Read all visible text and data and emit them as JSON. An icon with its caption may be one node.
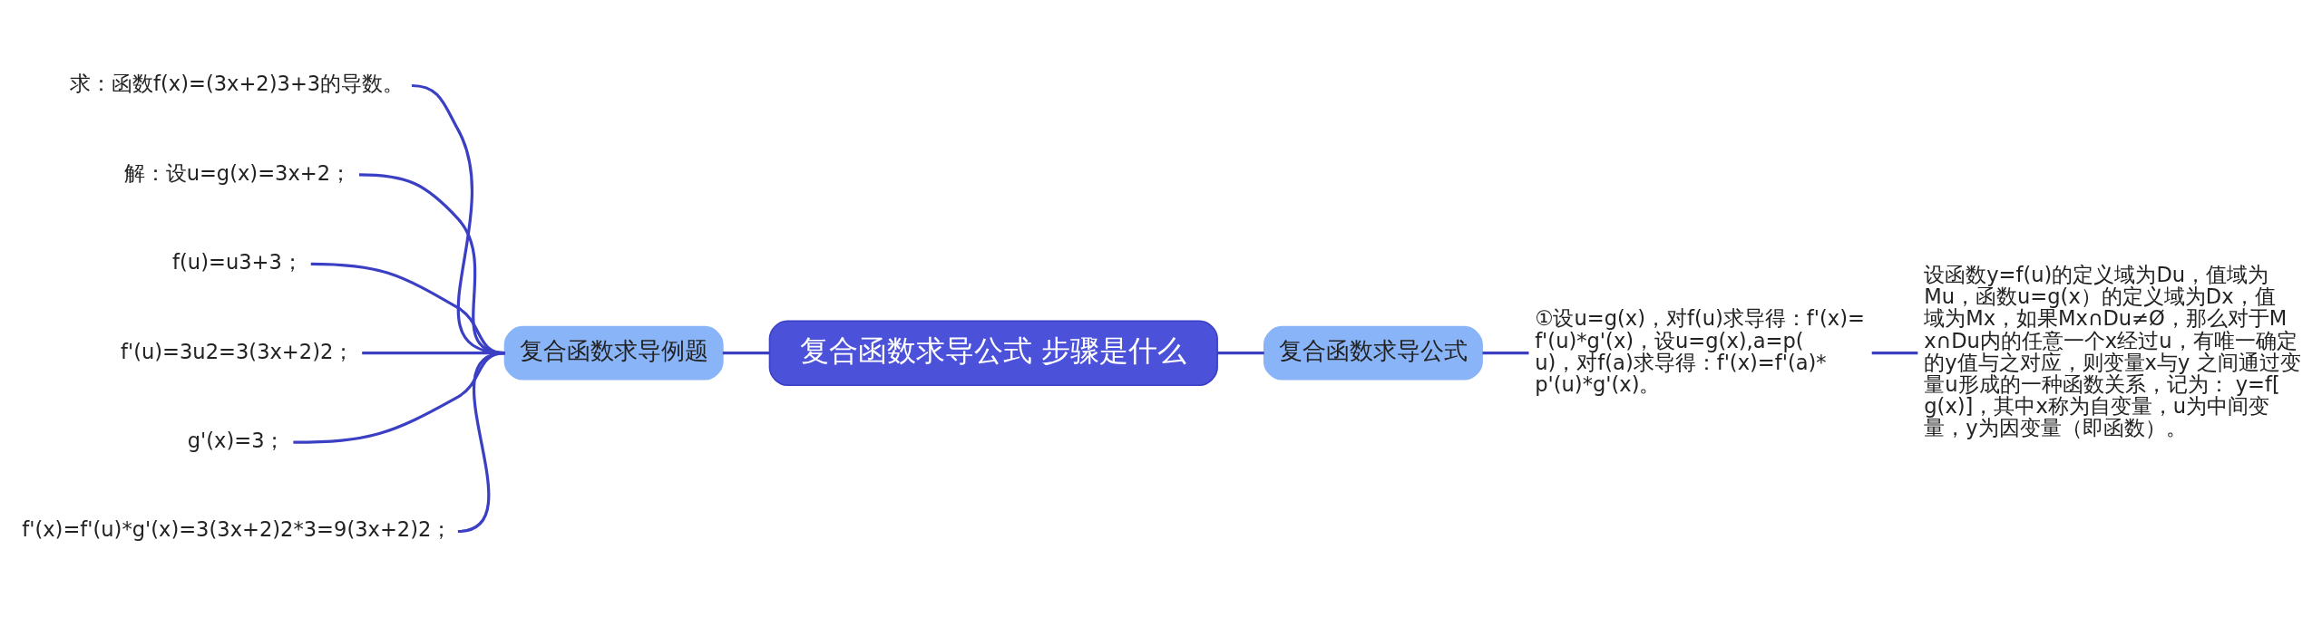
{
  "diagram": {
    "nodes": [
      {
        "text": [
          "复合函数求导公式 步骤是什么"
        ]
      },
      {
        "text": [
          "复合函数求导例题"
        ]
      },
      {
        "text": [
          "求：函数f(x)=(3x+2)3+3的导数。"
        ]
      },
      {
        "text": [
          "解：设u=g(x)=3x+2；"
        ]
      },
      {
        "text": [
          "f(u)=u3+3；"
        ]
      },
      {
        "text": [
          "f'(u)=3u2=3(3x+2)2；"
        ]
      },
      {
        "text": [
          "g'(x)=3；"
        ]
      },
      {
        "text": [
          "f'(x)=f'(u)*g'(x)=3(3x+2)2*3=9(3x+2)2；"
        ]
      },
      {
        "text": [
          "复合函数求导公式"
        ]
      },
      {
        "text": [
          "①设u=g(x)，对f(u)求导得：f'(x)=f'(u)*g'(x)，设u=g(x),a=p(u)，对f(a)求导得：f'(x)=f'(a)*p'(u)*g'(x)。"
        ]
      },
      {
        "text": [
          "设函数y=f(u)的定义域为Du，值域为Mu，函数u=g(x）的定义域为Dx，值域为Mx，如果Mx∩Du≠Ø，那么对于Mx∩Du内的任意一个x经过u，有唯一确定的y值与之对应，则变量x与y 之间通过变量u形成的一种函数关系，记为： y=f[g(x)]，其中x称为自变量，u为中间变量，y为因变量（即函数）。"
        ]
      }
    ],
    "edges": [
      {
        "from": 0,
        "to": 1,
        "arrow": "none"
      },
      {
        "from": 1,
        "to": 2,
        "arrow": "none"
      },
      {
        "from": 1,
        "to": 3,
        "arrow": "none"
      },
      {
        "from": 1,
        "to": 4,
        "arrow": "none"
      },
      {
        "from": 1,
        "to": 5,
        "arrow": "none"
      },
      {
        "from": 1,
        "to": 6,
        "arrow": "none"
      },
      {
        "from": 1,
        "to": 7,
        "arrow": "none"
      },
      {
        "from": 0,
        "to": 8,
        "arrow": "none"
      },
      {
        "from": 8,
        "to": 9,
        "arrow": "none"
      },
      {
        "from": 9,
        "to": 10,
        "arrow": "none"
      }
    ]
  }
}
